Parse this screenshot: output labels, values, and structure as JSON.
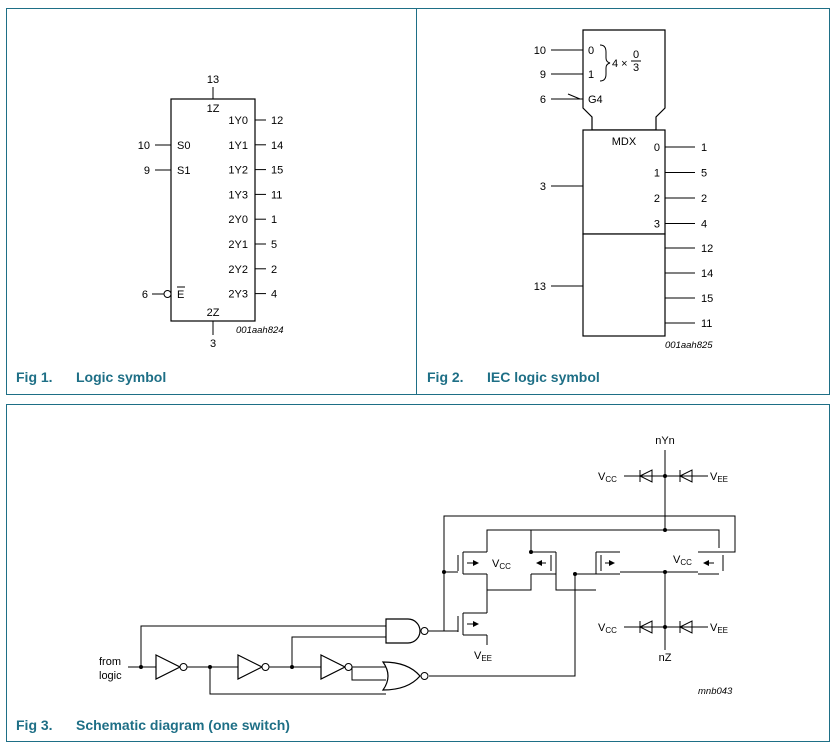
{
  "fig1": {
    "caption_num": "Fig 1.",
    "caption_title": "Logic symbol",
    "top_pin": "13",
    "top_label": "1Z",
    "bottom_pin": "3",
    "bottom_label": "2Z",
    "left_inputs": [
      {
        "pin": "10",
        "label": "S0"
      },
      {
        "pin": "9",
        "label": "S1"
      },
      {
        "pin": "6",
        "label": "E"
      }
    ],
    "outputs": [
      {
        "label": "1Y0",
        "pin": "12"
      },
      {
        "label": "1Y1",
        "pin": "14"
      },
      {
        "label": "1Y2",
        "pin": "15"
      },
      {
        "label": "1Y3",
        "pin": "11"
      },
      {
        "label": "2Y0",
        "pin": "1"
      },
      {
        "label": "2Y1",
        "pin": "5"
      },
      {
        "label": "2Y2",
        "pin": "2"
      },
      {
        "label": "2Y3",
        "pin": "4"
      }
    ],
    "figure_id": "001aah824"
  },
  "fig2": {
    "caption_num": "Fig 2.",
    "caption_title": "IEC logic symbol",
    "control_inputs": [
      {
        "pin": "10",
        "label": "0"
      },
      {
        "pin": "9",
        "label": "1"
      },
      {
        "pin": "6",
        "label": "G4"
      }
    ],
    "brace_text": "4 ×",
    "fraction_num": "0",
    "fraction_den": "3",
    "mdx_label": "MDX",
    "left_pins": [
      "3",
      "13"
    ],
    "mdx_outputs": [
      {
        "index": "0",
        "pin": "1"
      },
      {
        "index": "1",
        "pin": "5"
      },
      {
        "index": "2",
        "pin": "2"
      },
      {
        "index": "3",
        "pin": "4"
      }
    ],
    "lower_outputs": [
      "12",
      "14",
      "15",
      "11"
    ],
    "figure_id": "001aah825"
  },
  "fig3": {
    "caption_num": "Fig 3.",
    "caption_title": "Schematic diagram (one switch)",
    "top_node": "nYn",
    "bottom_node": "nZ",
    "input_label_1": "from",
    "input_label_2": "logic",
    "vcc": "V",
    "vcc_sub": "CC",
    "vee": "V",
    "vee_sub": "EE",
    "figure_id": "mnb043"
  }
}
